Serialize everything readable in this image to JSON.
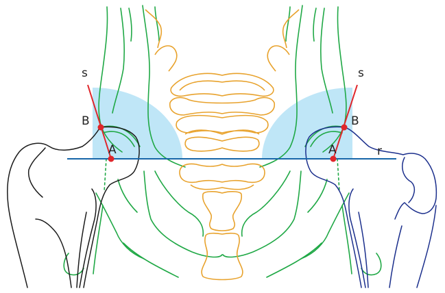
{
  "colors": {
    "background": "#ffffff",
    "pelvis_outline": "#1fa845",
    "vertebrae": "#e8a22c",
    "femur_left": "#1a1a1a",
    "femur_right": "#1b2f8c",
    "baseline": "#1565a8",
    "angle_line": "#e0262b",
    "point": "#e0262b",
    "angle_sector": "#bfe6f7",
    "label": "#222222"
  },
  "labels": {
    "left_s": "s",
    "left_b": "B",
    "left_a": "A",
    "right_s": "s",
    "right_b": "B",
    "right_a": "A",
    "baseline_r": "r"
  },
  "icons": {
    "point_marker": "filled-circle",
    "angle_sector": "quarter-circle-fill"
  }
}
